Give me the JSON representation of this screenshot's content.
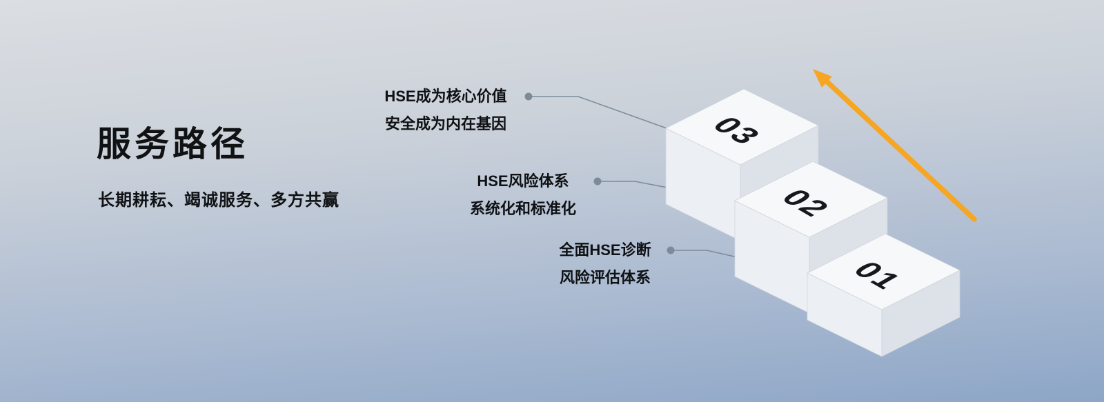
{
  "page": {
    "title": "服务路径",
    "subtitle": "长期耕耘、竭诚服务、多方共赢"
  },
  "callouts": [
    {
      "line1": "HSE成为核心价值",
      "line2": "安全成为内在基因",
      "target_step": "03"
    },
    {
      "line1": "HSE风险体系",
      "line2": "系统化和标准化",
      "target_step": "02"
    },
    {
      "line1": "全面HSE诊断",
      "line2": "风险评估体系",
      "target_step": "01"
    }
  ],
  "steps": [
    {
      "label": "03"
    },
    {
      "label": "02"
    },
    {
      "label": "01"
    }
  ],
  "icons": {
    "growth_arrow": "upward-trend-arrow",
    "connector_dot": "callout-anchor-dot"
  },
  "colors": {
    "arrow": "#F6A623",
    "connector": "#7C8B9A",
    "text": "#101214",
    "step_top": "#F7F8FA",
    "step_front": "#ECEFF3",
    "step_side": "#DDE2E9",
    "background_top": "#DBDEE2",
    "background_bottom": "#8DA6C7"
  }
}
